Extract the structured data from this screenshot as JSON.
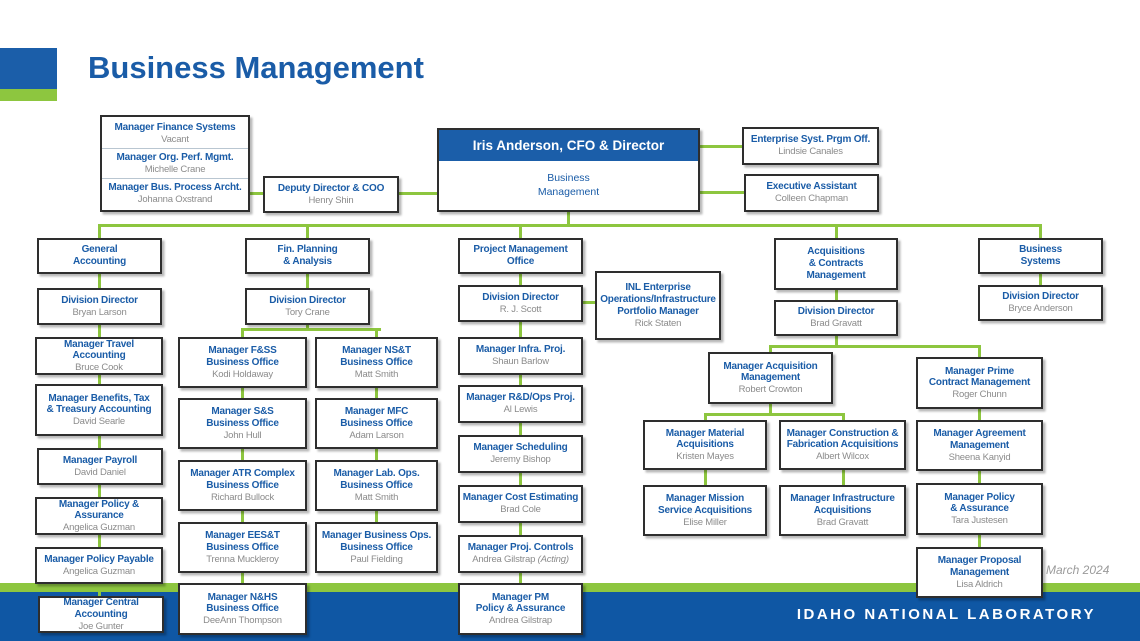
{
  "page": {
    "title": "Business Management"
  },
  "footer": {
    "brand": "IDAHO NATIONAL LABORATORY",
    "date": "March 2024"
  },
  "colors": {
    "blue": "#1A5CA7",
    "header_blue": "#1B5EA9",
    "footer_blue": "#0F57A4",
    "green": "#8DC63F",
    "name_gray": "#8b8b8b"
  },
  "nodes": {
    "staff1": {
      "title": "Manager Finance Systems",
      "name": "Vacant"
    },
    "staff2": {
      "title": "Manager Org. Perf. Mgmt.",
      "name": "Michelle Crane"
    },
    "staff3": {
      "title": "Manager Bus. Process Archt.",
      "name": "Johanna Oxstrand"
    },
    "deputy": {
      "title": "Deputy Director & COO",
      "name": "Henry Shin"
    },
    "cfo": {
      "title": "Iris Anderson, CFO & Director",
      "org": "Business\nManagement"
    },
    "enterprise": {
      "title": "Enterprise Syst. Prgm Off.",
      "name": "Lindsie Canales"
    },
    "exec_assistant": {
      "title": "Executive Assistant",
      "name": "Colleen Chapman"
    },
    "ga_head": {
      "title": "General\nAccounting"
    },
    "ga_dd": {
      "title": "Division Director",
      "name": "Bryan Larson"
    },
    "ga_travel": {
      "title": "Manager Travel Accounting",
      "name": "Bruce Cook"
    },
    "ga_benefits": {
      "title": "Manager Benefits, Tax\n& Treasury Accounting",
      "name": "David Searle"
    },
    "ga_payroll": {
      "title": "Manager Payroll",
      "name": "David Daniel"
    },
    "ga_policy": {
      "title": "Manager Policy & Assurance",
      "name": "Angelica Guzman"
    },
    "ga_payable": {
      "title": "Manager Policy Payable",
      "name": "Angelica Guzman"
    },
    "ga_central": {
      "title": "Manager Central Accounting",
      "name": "Joe Gunter"
    },
    "fpa_head": {
      "title": "Fin. Planning\n& Analysis"
    },
    "fpa_dd": {
      "title": "Division Director",
      "name": "Tory Crane"
    },
    "fss": {
      "title": "Manager F&SS\nBusiness Office",
      "name": "Kodi Holdaway"
    },
    "ss": {
      "title": "Manager S&S\nBusiness Office",
      "name": "John Hull"
    },
    "atr": {
      "title": "Manager ATR Complex\nBusiness Office",
      "name": "Richard Bullock"
    },
    "eest": {
      "title": "Manager EES&T\nBusiness Office",
      "name": "Trenna Muckleroy"
    },
    "nhs": {
      "title": "Manager N&HS\nBusiness Office",
      "name": "DeeAnn Thompson"
    },
    "nst": {
      "title": "Manager NS&T\nBusiness Office",
      "name": "Matt Smith"
    },
    "mfc": {
      "title": "Manager MFC\nBusiness Office",
      "name": "Adam Larson"
    },
    "labops": {
      "title": "Manager Lab. Ops.\nBusiness Office",
      "name": "Matt Smith"
    },
    "busops": {
      "title": "Manager Business Ops.\nBusiness Office",
      "name": "Paul Fielding"
    },
    "pmo_head": {
      "title": "Project Management\nOffice"
    },
    "pmo_dd": {
      "title": "Division Director",
      "name": "R. J. Scott"
    },
    "inl_portfolio": {
      "title": "INL Enterprise\nOperations/Infrastructure\nPortfolio Manager",
      "name": "Rick Staten"
    },
    "infra_proj": {
      "title": "Manager Infra. Proj.",
      "name": "Shaun Barlow"
    },
    "rdops": {
      "title": "Manager R&D/Ops Proj.",
      "name": "Al Lewis"
    },
    "sched": {
      "title": "Manager Scheduling",
      "name": "Jeremy Bishop"
    },
    "cost": {
      "title": "Manager Cost Estimating",
      "name": "Brad Cole"
    },
    "projctl": {
      "title": "Manager Proj. Controls",
      "name": "Andrea Gilstrap",
      "acting": "(Acting)"
    },
    "pm_policy": {
      "title": "Manager PM\nPolicy & Assurance",
      "name": "Andrea Gilstrap"
    },
    "acm_head": {
      "title": "Acquisitions\n& Contracts\nManagement"
    },
    "acm_dd": {
      "title": "Division Director",
      "name": "Brad Gravatt"
    },
    "acq_mgmt": {
      "title": "Manager Acquisition\nManagement",
      "name": "Robert Crowton"
    },
    "material": {
      "title": "Manager Material\nAcquisitions",
      "name": "Kristen Mayes"
    },
    "constr": {
      "title": "Manager Construction &\nFabrication Acquisitions",
      "name": "Albert Wilcox"
    },
    "mission": {
      "title": "Manager Mission\nService Acquisitions",
      "name": "Elise Miller"
    },
    "infra_acq": {
      "title": "Manager Infrastructure\nAcquisitions",
      "name": "Brad Gravatt"
    },
    "prime": {
      "title": "Manager Prime\nContract Management",
      "name": "Roger Chunn"
    },
    "agreement": {
      "title": "Manager Agreement\nManagement",
      "name": "Sheena Kanyid"
    },
    "acq_policy": {
      "title": "Manager Policy\n& Assurance",
      "name": "Tara Justesen"
    },
    "proposal": {
      "title": "Manager Proposal\nManagement",
      "name": "Lisa Aldrich"
    },
    "bs_head": {
      "title": "Business\nSystems"
    },
    "bs_dd": {
      "title": "Division Director",
      "name": "Bryce Anderson"
    }
  }
}
